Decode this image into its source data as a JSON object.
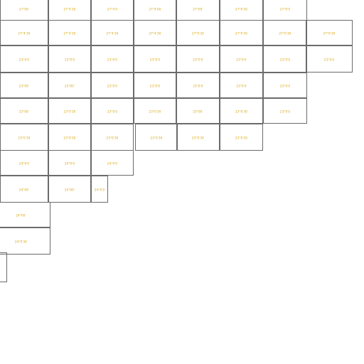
{
  "map": {
    "colors": {
      "outline": "#6b6b6b",
      "label": "#d4a000",
      "background": "#ffffff"
    },
    "rows": [
      [
        "27°00′",
        "27°4′30",
        "27°4′0",
        "27°4′00",
        "27°00′",
        "27°0′30",
        "27°0′0"
      ],
      [
        "27°4′30",
        "27°4′30",
        "27°4′30",
        "27°4′30",
        "27°0′30",
        "27°0′30",
        "27°0′30",
        "27°0′30"
      ],
      [
        "23°0′0",
        "23°0′0",
        "23°0′0",
        "23°0′0",
        "23°0′0",
        "23°0′0",
        "23°0′0",
        "23°0′0"
      ],
      [
        "23°00′",
        "23°00′",
        "23°0′0",
        "23°0′0",
        "23°0′0",
        "23°0′0",
        "23°0′0"
      ],
      [
        "23°00′",
        "23°0′30",
        "23°0′0",
        "23°0′30",
        "23°00′",
        "23°0′30",
        "23°0′0"
      ],
      [
        "23°0′30",
        "23°0′30",
        "23°0′30",
        "23°0′30",
        "23°0′30",
        "23°0′30"
      ],
      [
        "24°0′0",
        "24°0′0",
        "24°0′0"
      ],
      [
        "24°00′",
        "24°00′",
        "24°0′0"
      ],
      [
        "24°00′"
      ],
      [
        "24°0′30"
      ]
    ]
  }
}
